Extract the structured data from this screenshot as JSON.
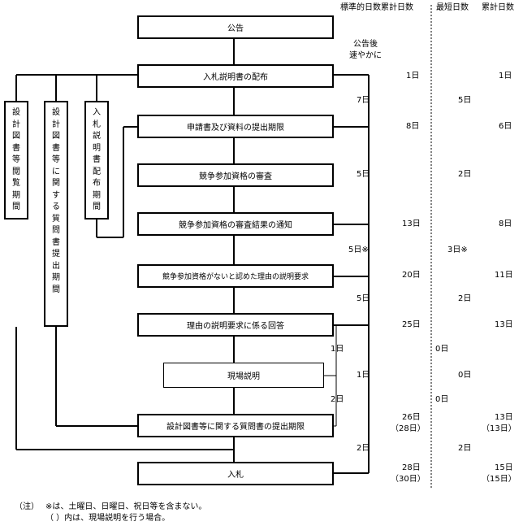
{
  "header": {
    "standard_cumulative": "標準的日数累計日数",
    "shortest": "最短日数",
    "cumulative": "累計日数"
  },
  "steps": [
    "公告",
    "入札説明書の配布",
    "申請書及び資料の提出期限",
    "競争参加資格の審査",
    "競争参加資格の審査結果の通知",
    "競争参加資格がないと認めた理由の説明要求",
    "理由の説明要求に係る回答",
    "現場説明",
    "設計図書等に関する質問書の提出期限",
    "入札"
  ],
  "periods": {
    "left": "設計図書等閲覧期間",
    "middle": "設計図書等に関する質問書提出期間",
    "right": "入札説明書配布期間"
  },
  "standard_intervals": {
    "after_notice": "公告後\n速やかに",
    "i1": "7日",
    "i2": "5日",
    "i3": "5日※",
    "i4": "5日",
    "i5": "1日",
    "i6": "1日",
    "i7": "2日",
    "i8": "2日"
  },
  "standard_cumulative": {
    "c1": "1日",
    "c2": "8日",
    "c3": "13日",
    "c4": "20日",
    "c5": "25日",
    "c6": "26日",
    "c6b": "（28日）",
    "c7": "28日",
    "c7b": "（30日）"
  },
  "shortest_intervals": {
    "s1": "5日",
    "s2": "2日",
    "s3": "3日※",
    "s4": "2日",
    "s5": "0日",
    "s6": "0日",
    "s7": "0日",
    "s8": "2日"
  },
  "shortest_cumulative": {
    "k1": "1日",
    "k2": "6日",
    "k3": "8日",
    "k4": "11日",
    "k5": "13日",
    "k6": "13日",
    "k6b": "（13日）",
    "k7": "15日",
    "k7b": "（15日）"
  },
  "notes": {
    "label": "（注）",
    "note1": "※は、土曜日、日曜日、祝日等を含まない。",
    "note2": "（ ）内は、現場説明を行う場合。"
  }
}
